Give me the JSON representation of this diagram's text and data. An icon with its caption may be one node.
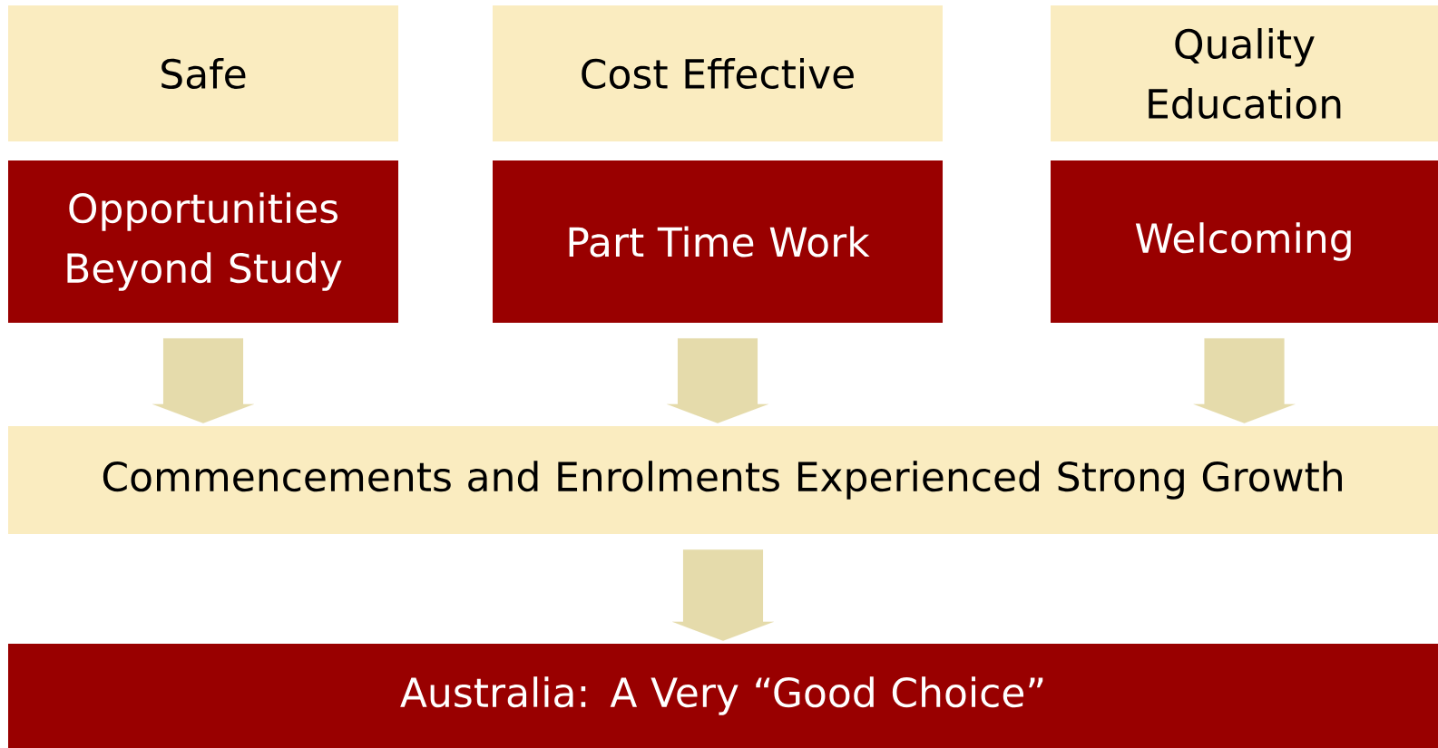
{
  "diagram": {
    "nodes": [
      {
        "text": [
          "Safe"
        ]
      },
      {
        "text": [
          "Cost Effective"
        ]
      },
      {
        "text": [
          "Quality Education"
        ]
      },
      {
        "text": [
          "Opportunities Beyond Study"
        ]
      },
      {
        "text": [
          "Part Time Work"
        ]
      },
      {
        "text": [
          "Welcoming"
        ]
      },
      {
        "text": [
          "Commencements and Enrolments Experienced Strong Growth"
        ]
      },
      {
        "text": [
          "Australia: A Very “Good Choice”"
        ]
      }
    ],
    "edges": [
      {
        "from": 3,
        "to": 6,
        "arrow": "to"
      },
      {
        "from": 4,
        "to": 6,
        "arrow": "to"
      },
      {
        "from": 5,
        "to": 6,
        "arrow": "to"
      },
      {
        "from": 6,
        "to": 7,
        "arrow": "to"
      }
    ]
  }
}
